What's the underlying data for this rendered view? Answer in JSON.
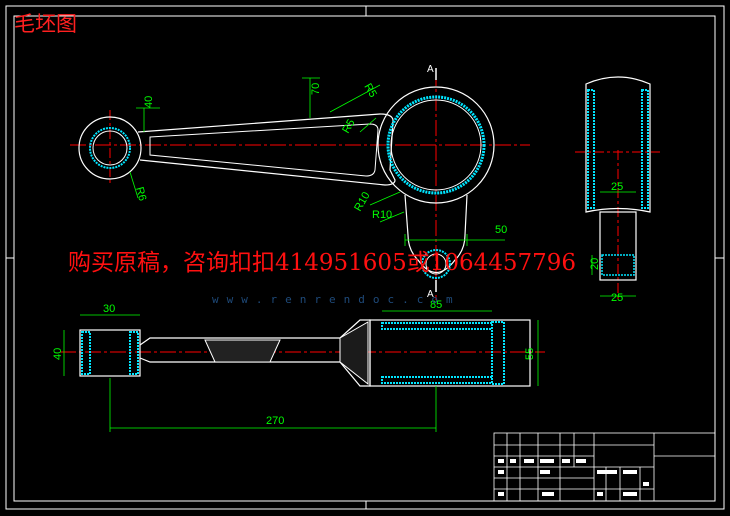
{
  "drawing": {
    "title": "毛坯图",
    "watermark_text": "购买原稿，咨询扣扣414951605或1064457796",
    "watermark_url": "www.renrendoc.com",
    "section_label": "A"
  },
  "dimensions": {
    "d40_left": "40",
    "d70": "70",
    "r5_top": "R5",
    "r5_mid": "R5",
    "r6": "R6",
    "r10_a": "R10",
    "r10_b": "R10",
    "d50": "50",
    "d25_top": "25",
    "d25_bottom": "25",
    "d20": "20",
    "d30": "30",
    "d40_bottom": "40",
    "d85": "85",
    "d55": "55",
    "d270": "270"
  },
  "colors": {
    "background": "#000000",
    "outline": "#ffffff",
    "dimension": "#00ff00",
    "centerline": "#ff0000",
    "hatch": "#00e5ff",
    "banner": "#ff1010"
  }
}
